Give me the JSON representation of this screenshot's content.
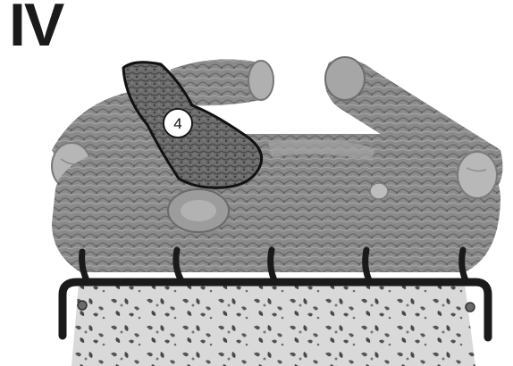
{
  "figure": {
    "step_label": "IV",
    "callout_number": "4",
    "icon": "fireplace-log-set-illustration",
    "colors": {
      "background": "#ffffff",
      "log_bark": "#8c8c8c",
      "log_dark": "#5e5e5e",
      "log_light": "#b8b8b8",
      "grate": "#1a1a1a",
      "ember_bed": "#d8d8d8",
      "highlight_outline": "#111111"
    }
  }
}
